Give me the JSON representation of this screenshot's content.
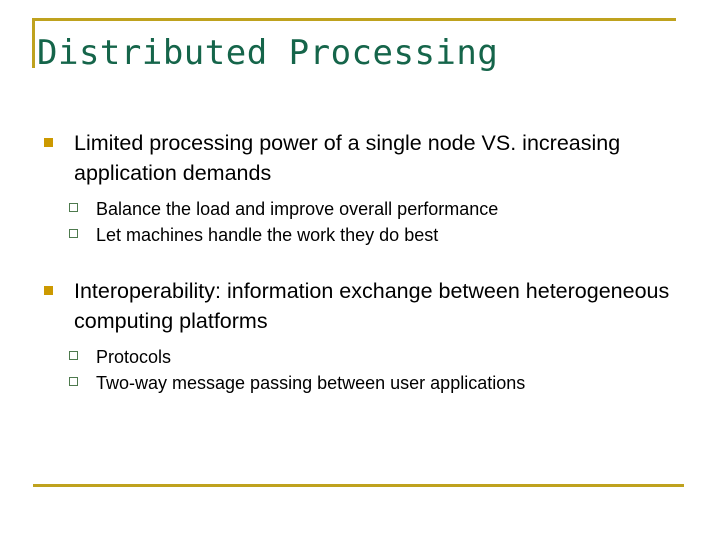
{
  "slide": {
    "title": "Distributed Processing",
    "theme": {
      "accent_gold": "#bfa21e",
      "bullet_gold": "#cc9900",
      "title_green": "#15654a",
      "sub_bullet_green": "#4e7a4e",
      "background": "#ffffff",
      "body_text": "#000000"
    },
    "bullets": [
      {
        "level": 1,
        "marker": "filled-square-bullet",
        "text": "Limited processing power of a single node VS. increasing application demands",
        "children": [
          {
            "level": 2,
            "marker": "hollow-square-bullet",
            "text": "Balance the load and improve overall performance"
          },
          {
            "level": 2,
            "marker": "hollow-square-bullet",
            "text": "Let machines handle the work they do best"
          }
        ]
      },
      {
        "level": 1,
        "marker": "filled-square-bullet",
        "text": "Interoperability: information exchange between heterogeneous computing platforms",
        "children": [
          {
            "level": 2,
            "marker": "hollow-square-bullet",
            "text": "Protocols"
          },
          {
            "level": 2,
            "marker": "hollow-square-bullet",
            "text": "Two-way message passing between user applications"
          }
        ]
      }
    ]
  }
}
